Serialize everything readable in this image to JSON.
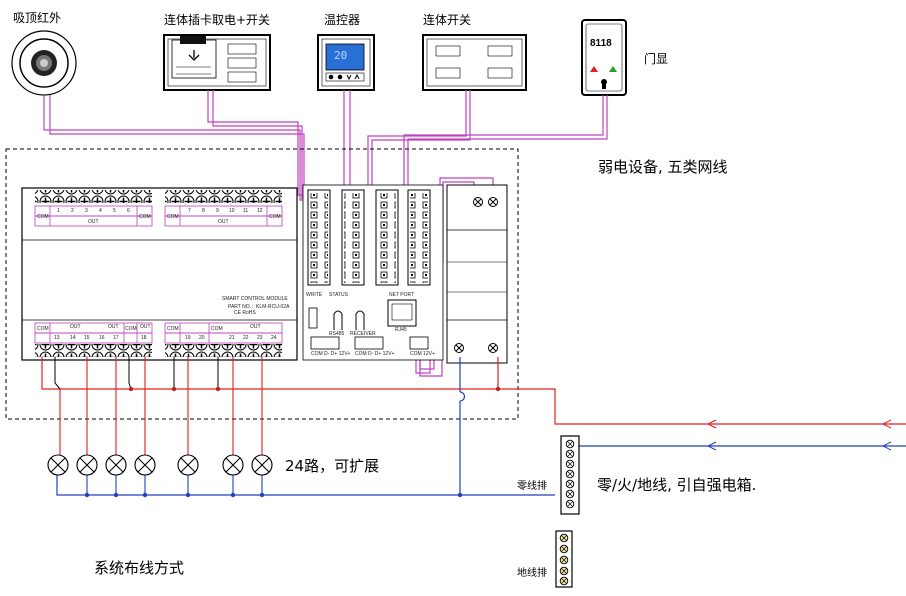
{
  "labels": {
    "ceiling_ir": "吸顶红外",
    "card_switch": "连体插卡取电+开关",
    "thermostat": "温控器",
    "combo_switch": "连体开关",
    "door_display": "门显",
    "weak_current": "弱电设备, 五类网线",
    "circuits": "24路，可扩展",
    "power_source": "零/火/地线, 引自强电箱.",
    "neutral_bar": "零线排",
    "ground_bar": "地线排",
    "wiring_method": "系统布线方式"
  },
  "module": {
    "line1": "SMART CONTROL MODULE",
    "line2": "PART NO.：KLM-RCU-02A",
    "line3": "CE  RoHS"
  },
  "terminals": {
    "com": "COM",
    "out": "OUT",
    "top_left_numbers": [
      "1",
      "2",
      "3",
      "4",
      "5",
      "6"
    ],
    "top_right_numbers": [
      "7",
      "8",
      "9",
      "10",
      "11",
      "12"
    ],
    "bottom_left_numbers": [
      "13",
      "14",
      "15",
      "16",
      "17",
      "18"
    ],
    "bottom_right_numbers": [
      "19",
      "20",
      "21",
      "22",
      "23",
      "24"
    ],
    "write": "WRITE",
    "status": "STATUS",
    "rs485": "RS485",
    "receiver": "RECEIVER",
    "net_port": "NET PORT",
    "rj45": "RJ45",
    "conn1": "COM D- D+ 12V+",
    "conn2": "COM D- D+ 12V+",
    "conn3": "COM 12V+"
  },
  "devices": {
    "thermostat_display": "20",
    "door_display_number": "8118"
  },
  "colors": {
    "magenta": "#c040c0",
    "red_live": "#e02020",
    "blue_neutral": "#2040c0",
    "line": "#000000"
  }
}
